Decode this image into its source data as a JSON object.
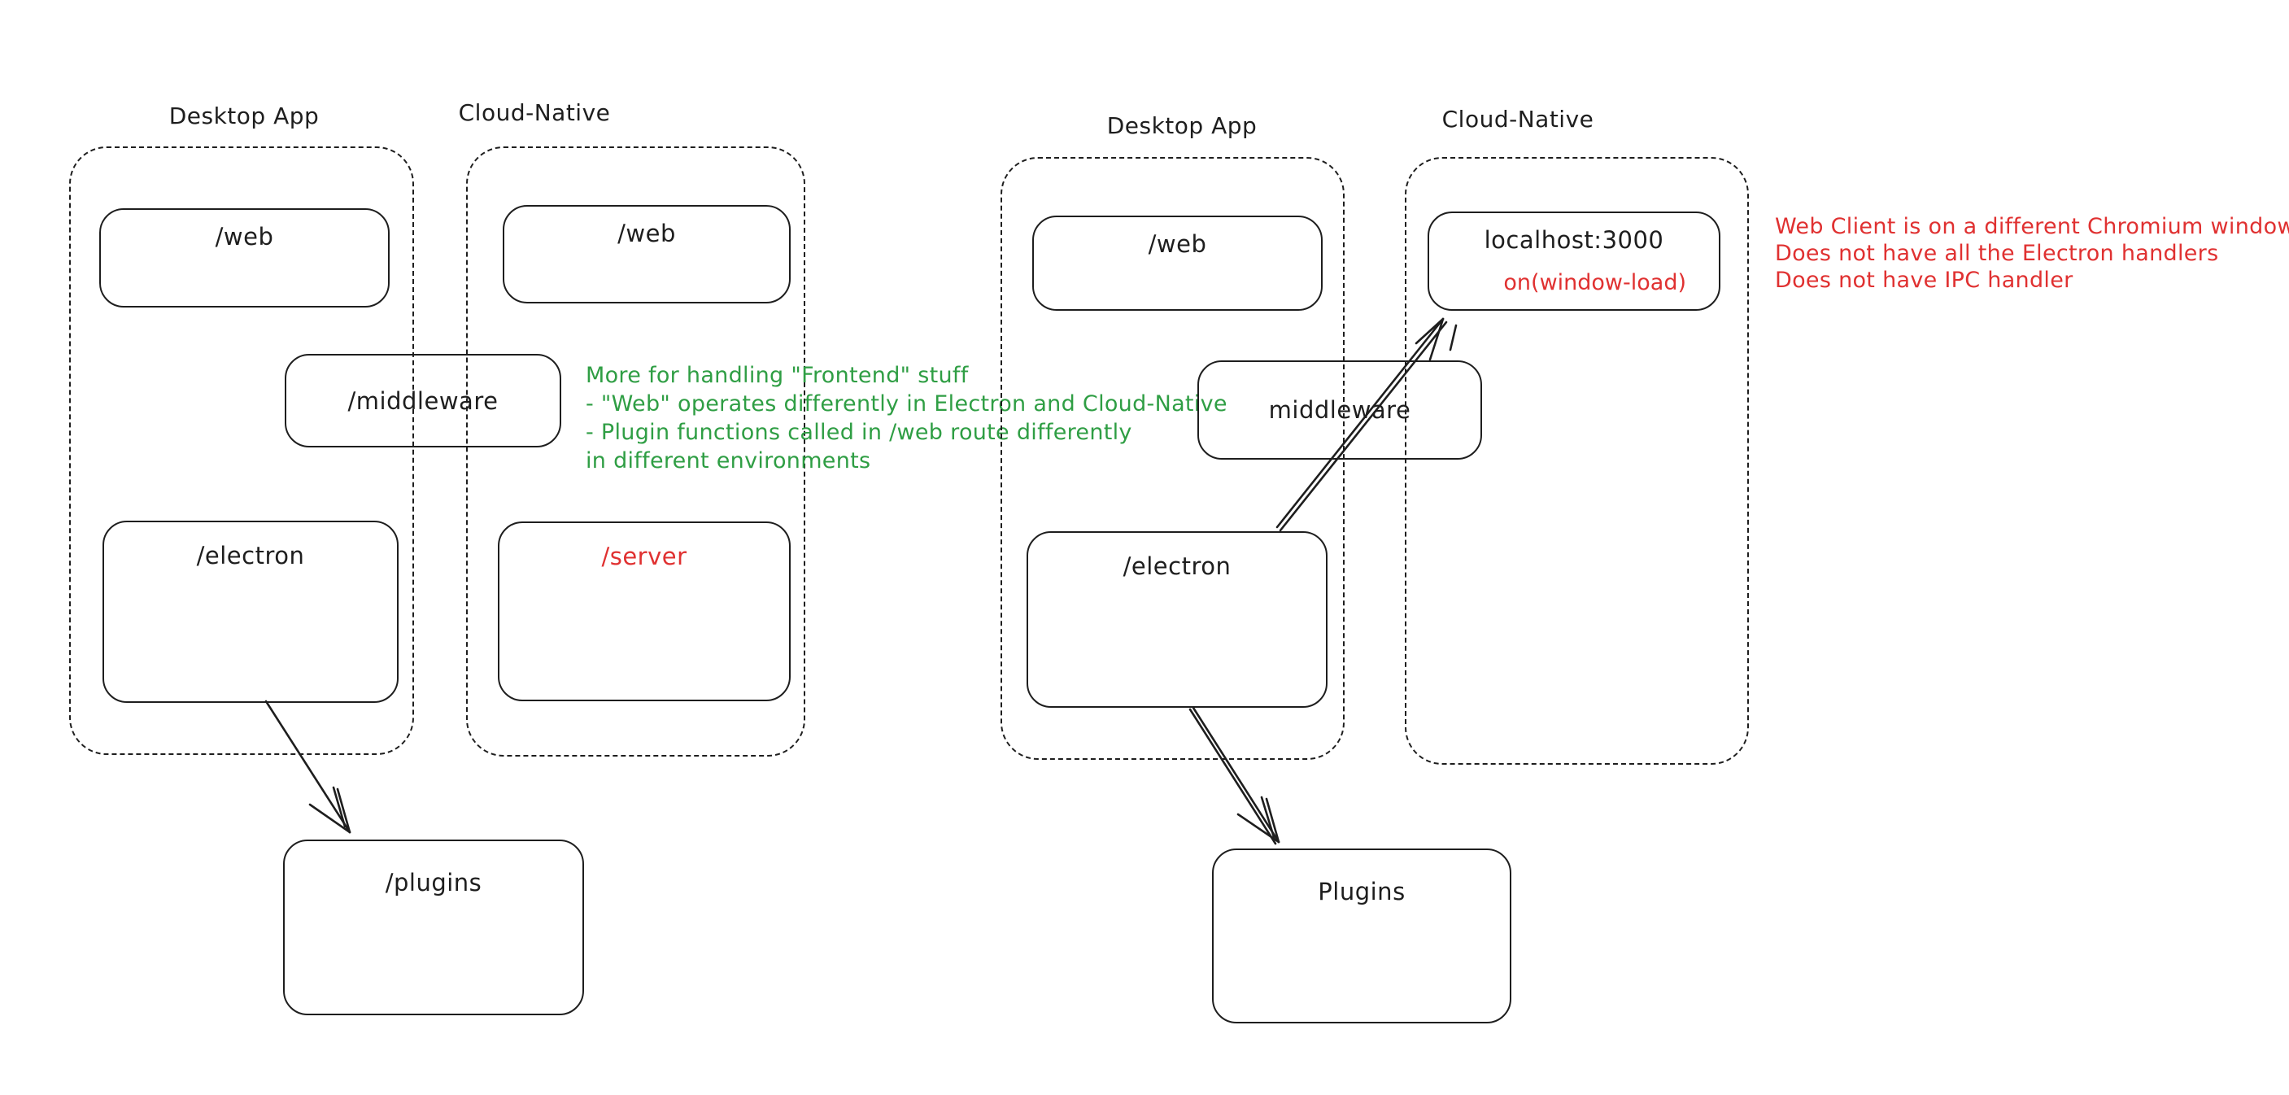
{
  "colors": {
    "stroke": "#1e1e1e",
    "red": "#e03131",
    "green": "#2f9e44",
    "background": "#ffffff"
  },
  "left": {
    "desktop_label": "Desktop App",
    "cloud_label": "Cloud-Native",
    "web_desktop": "/web",
    "web_cloud": "/web",
    "middleware": "/middleware",
    "electron": "/electron",
    "server": "/server",
    "plugins": "/plugins",
    "green_note": [
      "More for handling \"Frontend\" stuff",
      "- \"Web\" operates differently in Electron and Cloud-Native",
      "- Plugin functions called in /web route differently",
      "in different environments"
    ]
  },
  "right": {
    "desktop_label": "Desktop App",
    "cloud_label": "Cloud-Native",
    "web": "/web",
    "localhost": "localhost:3000",
    "window_load": "on(window-load)",
    "middleware": "middleware",
    "electron": "/electron",
    "plugins": "Plugins",
    "red_note": [
      "Web Client is on a different Chromium window",
      "Does not have all the Electron handlers",
      "Does not have IPC handler"
    ]
  }
}
